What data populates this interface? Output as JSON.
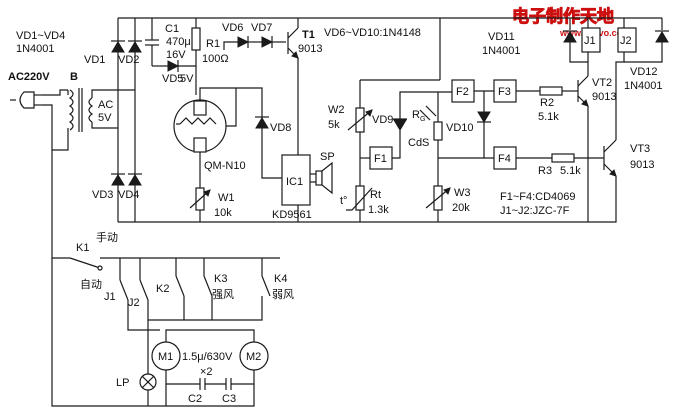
{
  "watermark": {
    "title": "电子制作天地",
    "site": "www.dzdvo.com",
    "color": "#cc1010"
  },
  "power": {
    "source_label": "AC220V",
    "transformer_label": "B",
    "secondary_label": "AC",
    "secondary_voltage": "5V",
    "plug_icon": "power-plug-icon"
  },
  "components": {
    "bridge_range": "VD1~VD4",
    "bridge_type": "1N4001",
    "vd1": "VD1",
    "vd2": "VD2",
    "vd3": "VD3",
    "vd4": "VD4",
    "c1_name": "C1",
    "c1_value": "470μ",
    "c1_voltage": "16V",
    "r1_name": "R1",
    "r1_value": "100Ω",
    "vd5": "VD5",
    "vd5_value": "5V",
    "vd6": "VD6",
    "vd7": "VD7",
    "t1_name": "T1",
    "t1_type": "9013",
    "diodes_note": "VD6~VD10:1N4148",
    "vd8": "VD8",
    "sensor_name": "QM-N10",
    "w1_name": "W1",
    "w1_value": "10k",
    "ic1_name": "IC1",
    "ic1_type": "KD9561",
    "sp_name": "SP",
    "w2_name": "W2",
    "w2_value": "5k",
    "vd9": "VD9",
    "rg_name": "R",
    "rg_sub": "G",
    "cds_name": "CdS",
    "rt_name": "Rt",
    "rt_value": "1.3k",
    "rt_mark": "t°",
    "vd10": "VD10",
    "w3_name": "W3",
    "w3_value": "20k",
    "f1": "F1",
    "f2": "F2",
    "f3": "F3",
    "f4": "F4",
    "r2_name": "R2",
    "r2_value": "5.1k",
    "r3_name": "R3",
    "r3_value": "5.1k",
    "vd11": "VD11",
    "vd11_type": "1N4001",
    "j1": "J1",
    "j2": "J2",
    "vd12": "VD12",
    "vd12_type": "1N4001",
    "vt2_name": "VT2",
    "vt2_type": "9013",
    "vt3_name": "VT3",
    "vt3_type": "9013",
    "f_note": "F1~F4:CD4069",
    "j_note": "J1~J2:JZC-7F"
  },
  "switches": {
    "k1": "K1",
    "manual": "手动",
    "auto": "自动",
    "j1": "J1",
    "j2": "J2",
    "k2": "K2",
    "k3": "K3",
    "strong": "强风",
    "k4": "K4",
    "weak": "弱风"
  },
  "load": {
    "m1": "M1",
    "m2": "M2",
    "cap_value": "1.5μ/630V",
    "cap_times": "×2",
    "c2": "C2",
    "c3": "C3",
    "lp": "LP"
  }
}
